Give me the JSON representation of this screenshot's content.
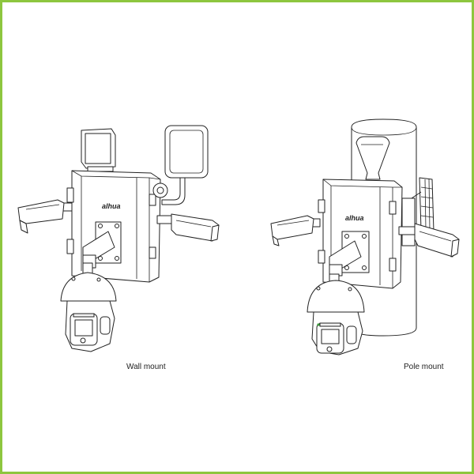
{
  "figures": [
    {
      "id": "wall",
      "caption": "Wall mount",
      "brand_logo": "alhua"
    },
    {
      "id": "pole",
      "caption": "Pole mount",
      "brand_logo": "alhua"
    }
  ],
  "colors": {
    "border": "#8dc63f",
    "line": "#222222",
    "background": "#ffffff"
  }
}
